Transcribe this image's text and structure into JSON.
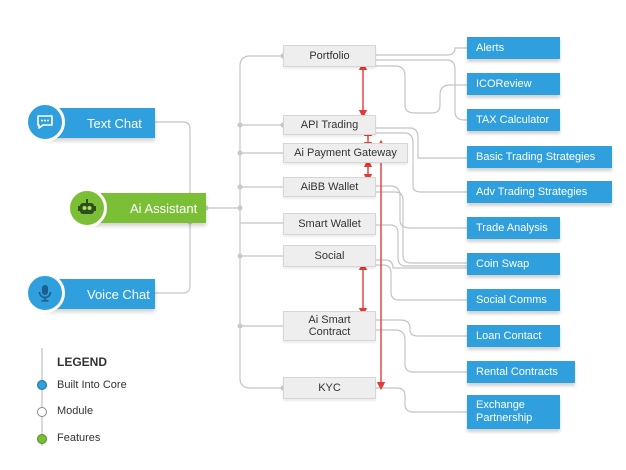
{
  "core": {
    "text_chat": "Text Chat",
    "ai_assistant": "Ai Assistant",
    "voice_chat": "Voice Chat"
  },
  "modules": {
    "portfolio": "Portfolio",
    "api_trading": "API Trading",
    "ai_payment_gateway": "Ai Payment Gateway",
    "aibb_wallet": "AiBB Wallet",
    "smart_wallet": "Smart Wallet",
    "social": "Social",
    "ai_smart_contract_line1": "Ai Smart",
    "ai_smart_contract_line2": "Contract",
    "kyc": "KYC"
  },
  "features": {
    "alerts": "Alerts",
    "icoreview": "ICOReview",
    "tax_calculator": "TAX Calculator",
    "basic_trading": "Basic Trading Strategies",
    "adv_trading": "Adv Trading Strategies",
    "trade_analysis": "Trade Analysis",
    "coin_swap": "Coin Swap",
    "social_comms": "Social Comms",
    "loan_contact": "Loan Contact",
    "rental_contracts": "Rental Contracts",
    "exchange_line1": "Exchange",
    "exchange_line2": "Partnership"
  },
  "legend": {
    "title": "LEGEND",
    "items": [
      "Built Into Core",
      "Module",
      "Features"
    ]
  },
  "colors": {
    "core_blue": "#2f9fde",
    "core_green": "#7bbf36",
    "module_grey": "#eeeeee",
    "connector": "#bdbdbd",
    "link_red": "#e53935"
  },
  "icons": {
    "text_chat": "chat-bubble-icon",
    "ai_assistant": "robot-icon",
    "voice_chat": "microphone-icon"
  }
}
